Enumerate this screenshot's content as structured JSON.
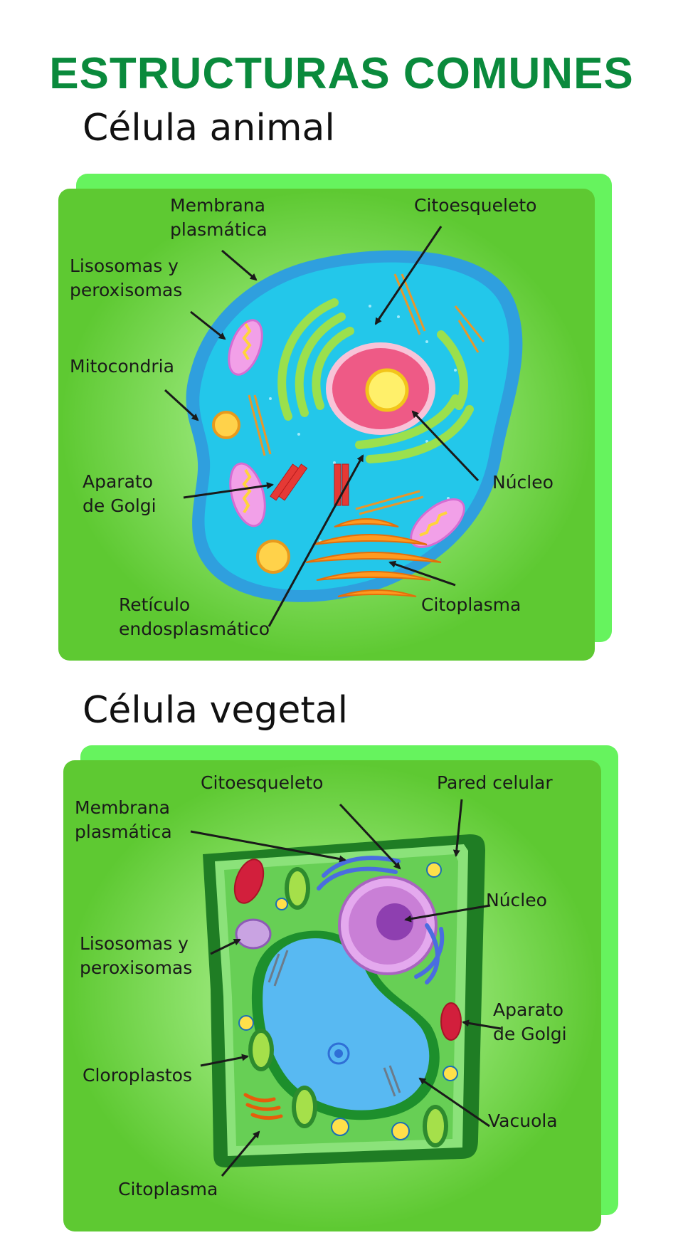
{
  "title": "ESTRUCTURAS COMUNES",
  "colors": {
    "title": "#0a8a3c",
    "panel_front": "#5ec932",
    "panel_back": "#66f35e",
    "panel_glow": "#b6f0a0",
    "animal_cytoplasm": "#23c7ea",
    "animal_membrane": "#2f9fde",
    "nucleus_animal": "#ee5a86",
    "plant_wall": "#1f7d24",
    "plant_cytoplasm": "#67cf55",
    "vacuole": "#58b9f2",
    "nucleus_plant": "#c97fd6"
  },
  "animal": {
    "heading": "Célula animal",
    "labels": {
      "membrana": "Membrana\nplasmática",
      "citoesqueleto": "Citoesqueleto",
      "lisosomas": "Lisosomas y\nperoxisomas",
      "mitocondria": "Mitocondria",
      "golgi": "Aparato\nde Golgi",
      "nucleo": "Núcleo",
      "reticulo": "Retículo\nendosplasmático",
      "citoplasma": "Citoplasma"
    }
  },
  "plant": {
    "heading": "Célula vegetal",
    "labels": {
      "citoesqueleto": "Citoesqueleto",
      "pared": "Pared celular",
      "membrana": "Membrana\nplasmática",
      "nucleo": "Núcleo",
      "lisosomas": "Lisosomas y\nperoxisomas",
      "golgi": "Aparato\nde Golgi",
      "cloroplastos": "Cloroplastos",
      "vacuola": "Vacuola",
      "citoplasma": "Citoplasma"
    }
  }
}
